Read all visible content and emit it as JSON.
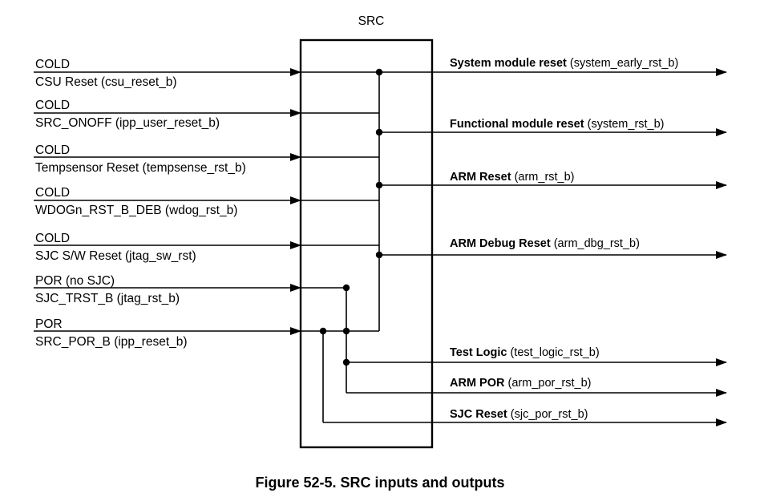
{
  "block_label": "SRC",
  "caption": "Figure 52-5. SRC inputs and outputs",
  "inputs": [
    {
      "type": "COLD",
      "name": "CSU Reset (csu_reset_b)"
    },
    {
      "type": "COLD",
      "name": "SRC_ONOFF (ipp_user_reset_b)"
    },
    {
      "type": "COLD",
      "name": "Tempsensor Reset (tempsense_rst_b)"
    },
    {
      "type": "COLD",
      "name": "WDOGn_RST_B_DEB (wdog_rst_b)"
    },
    {
      "type": "COLD",
      "name": "SJC S/W Reset (jtag_sw_rst)"
    },
    {
      "type": "POR (no SJC)",
      "name": "SJC_TRST_B (jtag_rst_b)"
    },
    {
      "type": "POR",
      "name": "SRC_POR_B (ipp_reset_b)"
    }
  ],
  "outputs": [
    {
      "label": "System module reset",
      "signal": "(system_early_rst_b)"
    },
    {
      "label": "Functional module reset",
      "signal": "(system_rst_b)"
    },
    {
      "label": "ARM Reset",
      "signal": "(arm_rst_b)"
    },
    {
      "label": "ARM Debug Reset",
      "signal": "(arm_dbg_rst_b)"
    },
    {
      "label": "Test Logic",
      "signal": "(test_logic_rst_b)"
    },
    {
      "label": "ARM POR",
      "signal": "(arm_por_rst_b)"
    },
    {
      "label": "SJC Reset",
      "signal": "(sjc_por_rst_b)"
    }
  ]
}
